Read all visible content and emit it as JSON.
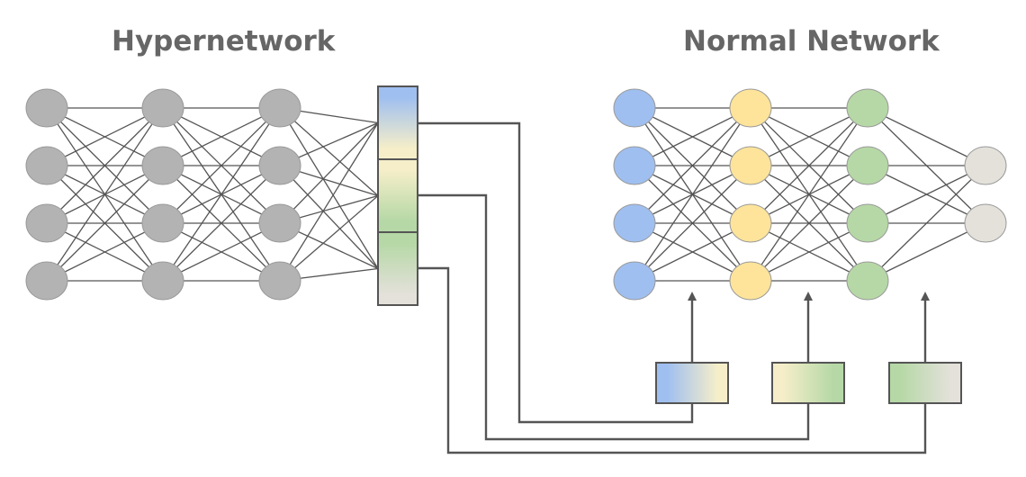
{
  "titles": {
    "hypernetwork": "Hypernetwork",
    "normal_network": "Normal Network"
  },
  "hypernetwork": {
    "layers": [
      4,
      4,
      4
    ],
    "node_color": "#b3b3b3",
    "output_segments": [
      {
        "name": "segment-1",
        "gradient": [
          "#9fbff0",
          "#f5eec9"
        ]
      },
      {
        "name": "segment-2",
        "gradient": [
          "#f5eec9",
          "#b6d8a6"
        ]
      },
      {
        "name": "segment-3",
        "gradient": [
          "#b6d8a6",
          "#e3e1da"
        ]
      }
    ]
  },
  "normal_network": {
    "layers": [
      {
        "size": 4,
        "color": "#9fbff0"
      },
      {
        "size": 4,
        "color": "#fde49a"
      },
      {
        "size": 4,
        "color": "#b6d8a6"
      },
      {
        "size": 2,
        "color": "#e3e1da"
      }
    ],
    "weight_boxes": [
      {
        "name": "weights-1",
        "gradient": [
          "#9fbff0",
          "#f5eec9"
        ]
      },
      {
        "name": "weights-2",
        "gradient": [
          "#f5eec9",
          "#b6d8a6"
        ]
      },
      {
        "name": "weights-3",
        "gradient": [
          "#b6d8a6",
          "#e3e1da"
        ]
      }
    ]
  },
  "colors": {
    "edge": "#555555",
    "outline": "#555555"
  }
}
